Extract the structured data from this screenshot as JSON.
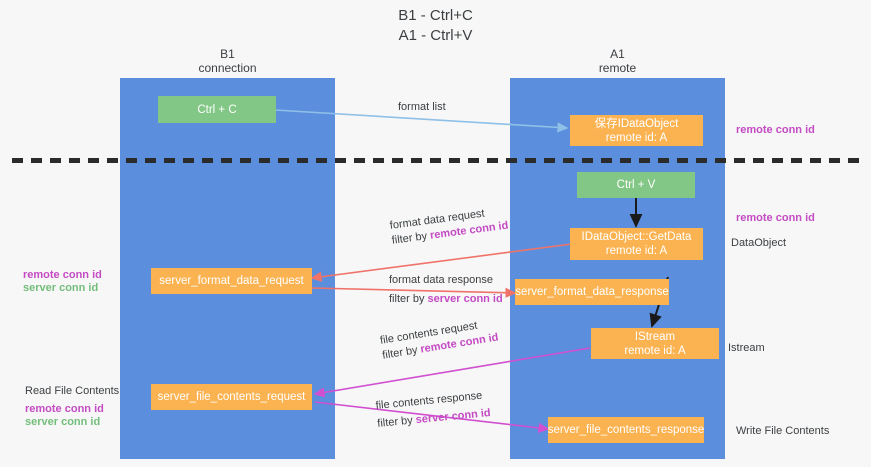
{
  "title": "B1 - Ctrl+C\nA1 - Ctrl+V",
  "columns": [
    {
      "name": "b1",
      "header": "B1\nconnection"
    },
    {
      "name": "a1",
      "header": "A1\nremote"
    }
  ],
  "nodes": {
    "ctrl_c": {
      "label": "Ctrl + C",
      "color": "#82c785"
    },
    "save_idataobject": {
      "label": "保存IDataObject\nremote id: A",
      "color": "#fbb352"
    },
    "ctrl_v": {
      "label": "Ctrl + V",
      "color": "#82c785"
    },
    "getdata": {
      "label": "IDataObject::GetData\nremote id: A",
      "color": "#fbb352"
    },
    "server_format_data_request": {
      "label": "server_format_data_request",
      "color": "#fbb352"
    },
    "server_format_data_response": {
      "label": "server_format_data_response",
      "color": "#fbb352"
    },
    "istream": {
      "label": "IStream\nremote id: A",
      "color": "#fbb352"
    },
    "server_file_contents_request": {
      "label": "server_file_contents_request",
      "color": "#fbb352"
    },
    "server_file_contents_response": {
      "label": "server_file_contents_response",
      "color": "#fbb352"
    }
  },
  "edges": {
    "format_list": {
      "line1": "format list",
      "line2": ""
    },
    "format_data_request": {
      "line1": "format data request",
      "line2_prefix": "filter by ",
      "line2_key": "remote conn id"
    },
    "format_data_response": {
      "line1": "format data response",
      "line2_prefix": "filter by ",
      "line2_key": "server conn id"
    },
    "file_contents_request": {
      "line1": "file contents request",
      "line2_prefix": "filter by ",
      "line2_key": "remote conn id"
    },
    "file_contents_response": {
      "line1": "file contents response",
      "line2_prefix": "filter by ",
      "line2_key": "server conn id"
    }
  },
  "annotations": {
    "right_remote_conn_id_1": "remote conn id",
    "right_remote_conn_id_2": "remote conn id",
    "right_dataobject": "DataObject",
    "right_istream": "Istream",
    "right_write_file_contents": "Write File Contents",
    "left_read_file_contents": "Read File Contents"
  },
  "legend": {
    "left_mid_remote": "remote conn id",
    "left_mid_server": "server conn id",
    "left_bottom_remote": "remote conn id",
    "left_bottom_server": "server conn id"
  },
  "colors": {
    "lane": "#5b8fdd",
    "green_node": "#82c785",
    "orange_node": "#fbb352",
    "remote_conn_id": "#c44bc4",
    "server_conn_id": "#73bd7b",
    "arrow_blue": "#8ec0e8",
    "arrow_red": "#f0736a",
    "arrow_magenta": "#d14fd1",
    "arrow_black": "#1a1a1a",
    "separator": "#2b2b2b",
    "background": "#f7f7f7"
  }
}
